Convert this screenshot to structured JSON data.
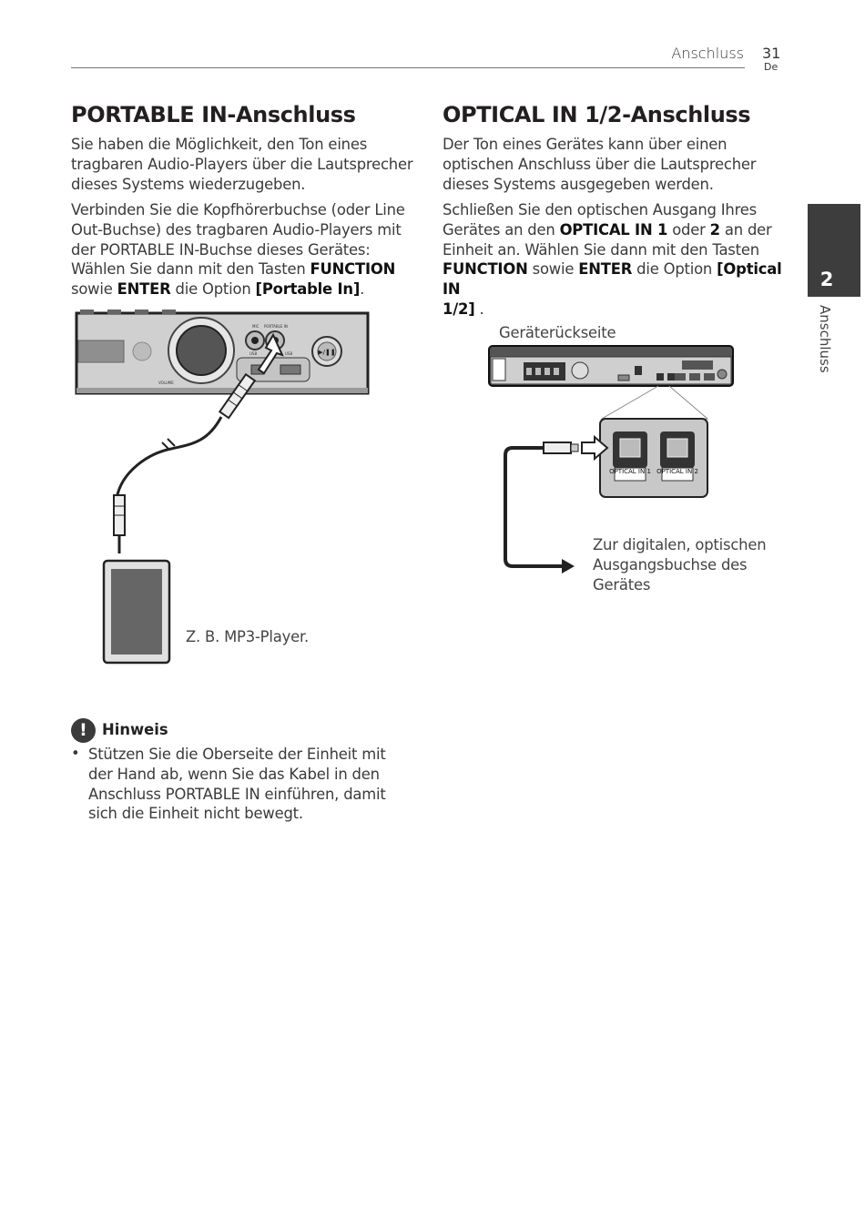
{
  "header": {
    "section": "Anschluss",
    "page_number": "31",
    "language": "De"
  },
  "side_tab": {
    "number": "2",
    "label": "Anschluss"
  },
  "left": {
    "title": "PORTABLE IN-Anschluss",
    "para1_lines": [
      "Sie haben die Möglichkeit, den Ton eines",
      "tragbaren Audio-Players über die Lautsprecher",
      "dieses Systems wiederzugeben."
    ],
    "para2_lines": [
      "Verbinden Sie die Kopfhörerbuchse (oder Line",
      "Out-Buchse) des tragbaren Audio-Players mit",
      "der PORTABLE IN-Buchse dieses Gerätes:"
    ],
    "para2_l4a": "Wählen Sie dann mit den Tasten ",
    "para2_l4b": "FUNCTION",
    "para2_l5a": "sowie ",
    "para2_l5b": "ENTER",
    "para2_l5c": " die Option ",
    "para2_l5d": "[Portable In]",
    "para2_l5e": ".",
    "figure_caption": "Z. B. MP3-Player.",
    "device_labels": {
      "mic": "MIC",
      "portable_in": "PORTABLE IN",
      "usb1": "USB",
      "usb2": "USB",
      "volume": "VOLUME"
    }
  },
  "right": {
    "title": "OPTICAL IN 1/2-Anschluss",
    "para1_lines": [
      "Der Ton eines Gerätes kann über einen",
      "optischen Anschluss über die Lautsprecher",
      "dieses Systems ausgegeben werden."
    ],
    "p2_l1": "Schließen Sie den optischen Ausgang Ihres",
    "p2_l2a": "Gerätes an den ",
    "p2_l2b": "OPTICAL IN 1",
    "p2_l2c": " oder ",
    "p2_l2d": "2",
    "p2_l2e": " an der",
    "p2_l3": "Einheit an.  Wählen Sie dann mit den Tasten",
    "p2_l4a": "FUNCTION",
    "p2_l4b": " sowie ",
    "p2_l4c": "ENTER",
    "p2_l4d": " die Option ",
    "p2_l4e": "[Optical IN",
    "p2_l5a": "1/2]",
    "p2_l5b": " .",
    "rear_label": "Geräterückseite",
    "jack1": "OPTICAL IN 1",
    "jack2": "OPTICAL IN 2",
    "dest_lines": [
      "Zur digitalen, optischen",
      "Ausgangsbuchse des",
      "Gerätes"
    ]
  },
  "note": {
    "icon": "!",
    "title": "Hinweis",
    "bullet": "•",
    "lines": [
      "Stützen Sie die Oberseite der Einheit mit",
      "der Hand ab, wenn Sie das Kabel in den",
      "Anschluss PORTABLE IN einführen, damit",
      "sich die Einheit nicht bewegt."
    ]
  }
}
